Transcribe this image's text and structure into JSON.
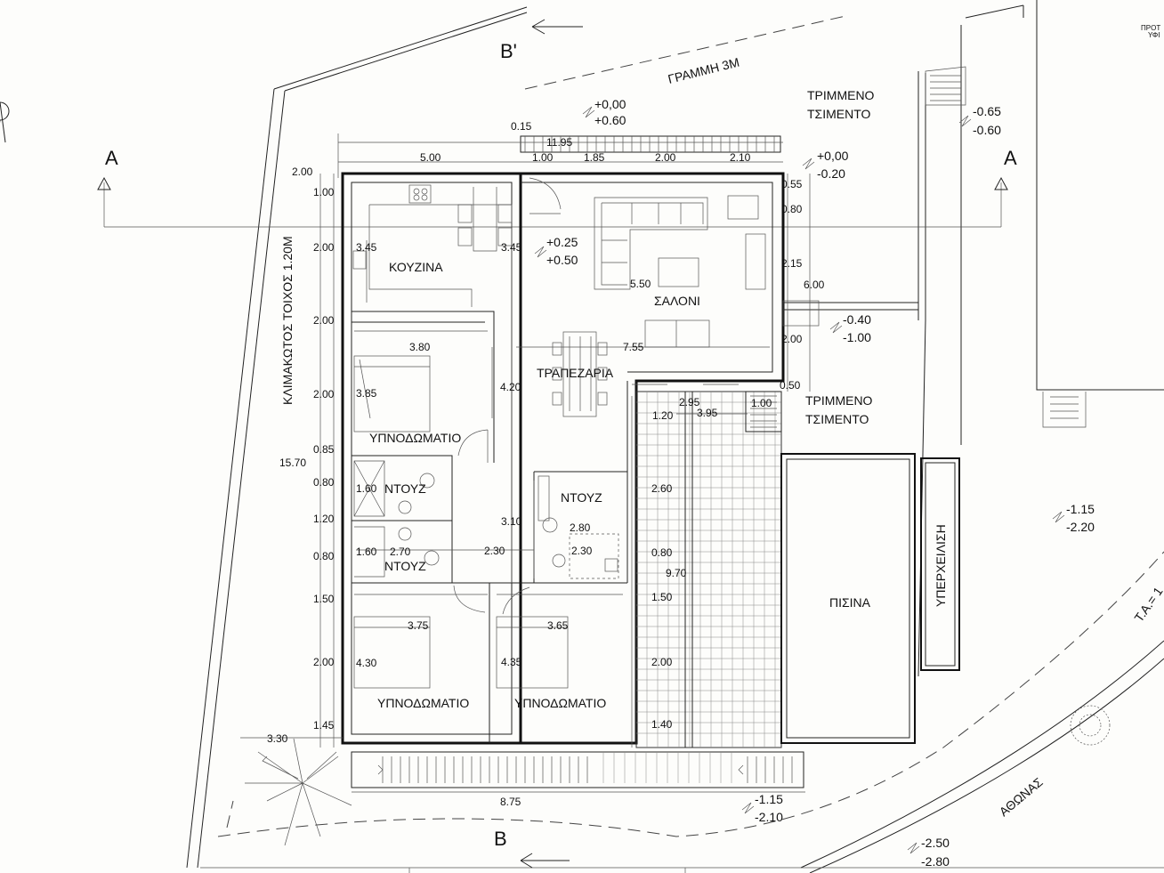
{
  "sheet": {
    "corner_note_1": "ΠΡΟΤ",
    "corner_note_2": "ΥΦΙ"
  },
  "sections": {
    "a_left": "A",
    "a_right": "A",
    "b_top": "B'",
    "b_bottom": "B"
  },
  "labels": {
    "setback_line": "ΓΡΑΜΜΗ 3Μ",
    "stair_wall": "ΚΛΙΜΑΚΩΤΟΣ ΤΟΙΧΟΣ 1.20Μ",
    "concrete_1_line1": "ΤΡΙΜΜΕΝΟ",
    "concrete_1_line2": "ΤΣΙΜΕΝΤΟ",
    "concrete_2_line1": "ΤΡΙΜΜΕΝΟ",
    "concrete_2_line2": "ΤΣΙΜΕΝΤΟ",
    "overflow": "ΥΠΕΡΧΕΙΛΙΣΗ",
    "pool": "ΠΙΣΙΝΑ",
    "street": "ΑΘΩΝΑΣ",
    "street_ref": "Τ.Α.= 1"
  },
  "rooms": {
    "kitchen": "ΚΟΥΖΙΝΑ",
    "living": "ΣΑΛΟΝΙ",
    "dining": "ΤΡΑΠΕΖΑΡΙΑ",
    "bedroom_1": "ΥΠΝΟΔΩΜΑΤΙΟ",
    "shower_1": "ΝΤΟΥΖ",
    "shower_2": "ΝΤΟΥΖ",
    "shower_3": "ΝΤΟΥΖ",
    "bedroom_2": "ΥΠΝΟΔΩΜΑΤΙΟ",
    "bedroom_3": "ΥΠΝΟΔΩΜΑΤΙΟ"
  },
  "levels": {
    "top_a": "+0,00",
    "top_b": "+0.60",
    "nr_a": "-0.65",
    "nr_b": "-0.60",
    "east_a": "+0,00",
    "east_b": "-0.20",
    "inner_a": "+0.25",
    "inner_b": "+0.50",
    "side_a": "-0.40",
    "side_b": "-1.00",
    "pool_a": "-1.15",
    "pool_b": "-2.20",
    "south_a": "-1.15",
    "south_b": "-2.10",
    "street_a": "-2.50",
    "street_b": "-2.80"
  },
  "dimensions": {
    "d_015": "0.15",
    "d_1195": "11.95",
    "d_500": "5.00",
    "d_100": "1.00",
    "d_185": "1.85",
    "d_200_top": "2.00",
    "d_210": "2.10",
    "d_200_left": "2.00",
    "l_100": "1.00",
    "l_200a": "2.00",
    "l_200b": "2.00",
    "l_200c": "2.00",
    "l_085": "0.85",
    "l_080a": "0.80",
    "l_120": "1.20",
    "l_080b": "0.80",
    "l_150": "1.50",
    "l_200d": "2.00",
    "l_145": "1.45",
    "l_1570": "15.70",
    "l_330": "3.30",
    "k_345a": "3.45",
    "k_345b": "3.45",
    "s_550": "5.50",
    "b_380": "3.80",
    "b_755": "7.55",
    "b_385": "3.85",
    "b_420": "4.20",
    "b_160a": "1.60",
    "b_160b": "1.60",
    "b_270": "2.70",
    "b_230a": "2.30",
    "b_310": "3.10",
    "b_280": "2.80",
    "b_230b": "2.30",
    "b_375": "3.75",
    "b_365": "3.65",
    "b_430": "4.30",
    "b_435": "4.35",
    "b_875": "8.75",
    "r_055": "0.55",
    "r_080": "0.80",
    "r_215": "2.15",
    "r_600": "6.00",
    "r_200": "2.00",
    "r_050": "0.50",
    "r_295": "2.95",
    "r_120": "1.20",
    "r_395": "3.95",
    "r_100": "1.00",
    "v_260": "2.60",
    "v_080": "0.80",
    "v_970": "9.70",
    "v_150": "1.50",
    "v_200": "2.00",
    "v_140": "1.40"
  }
}
